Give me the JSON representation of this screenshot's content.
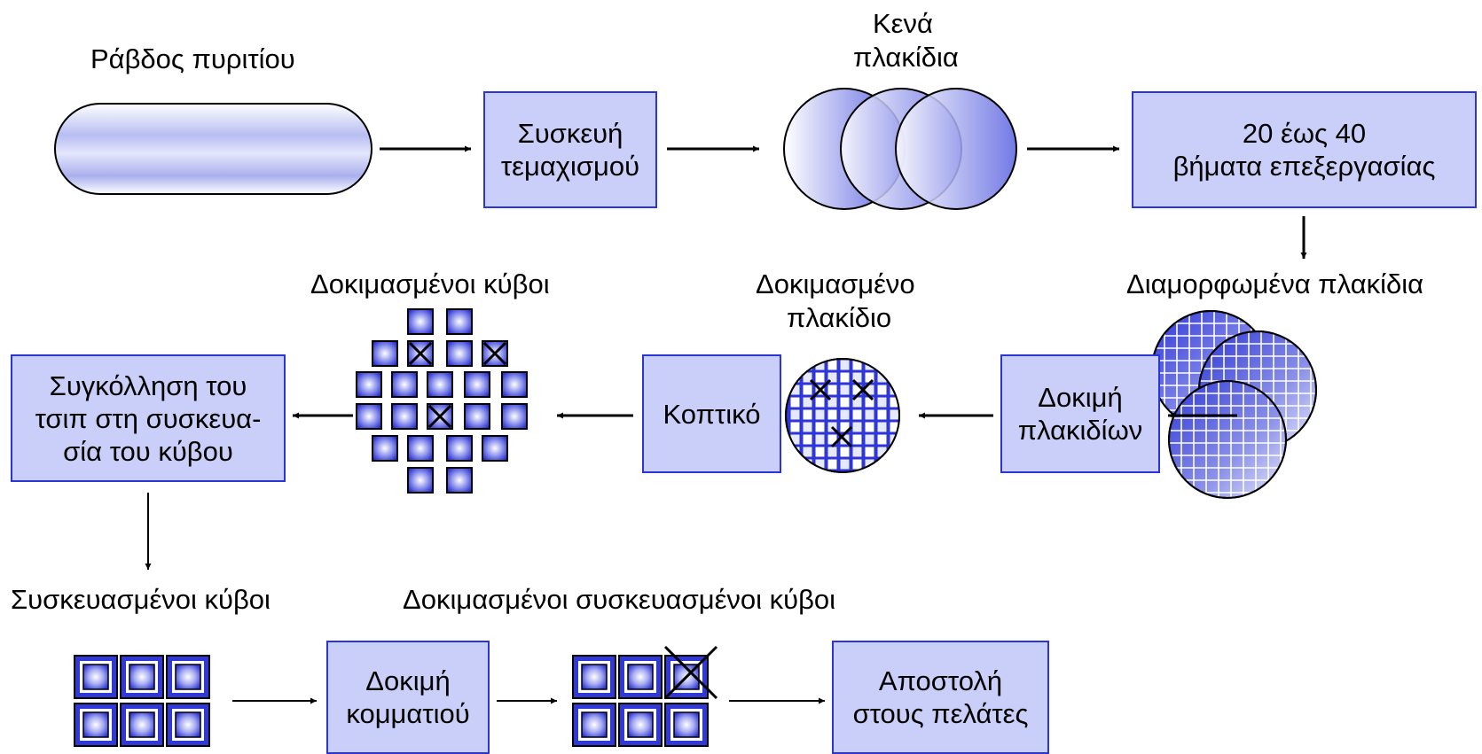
{
  "labels": {
    "silicon_ingot": "Ράβδος πυριτίου",
    "blank_wafers_1": "Κενά",
    "blank_wafers_2": "πλακίδια",
    "patterned_wafers": "Διαμορφωμένα πλακίδια",
    "tested_wafer_1": "Δοκιμασμένο",
    "tested_wafer_2": "πλακίδιο",
    "tested_dies": "Δοκιμασμένοι κύβοι",
    "packaged_dies": "Συσκευασμένοι κύβοι",
    "tested_packaged_dies": "Δοκιμασμένοι συσκευασμένοι κύβοι"
  },
  "boxes": {
    "slicer": [
      "Συσκευή",
      "τεμαχισμού"
    ],
    "processing": [
      "20 έως 40",
      "βήματα επεξεργασίας"
    ],
    "wafer_test": [
      "Δοκιμή",
      "πλακιδίων"
    ],
    "dicer": [
      "Κοπτικό"
    ],
    "bonding": [
      "Συγκόλληση του",
      "τσιπ στη συσκευα-",
      "σία του κύβου"
    ],
    "part_test": [
      "Δοκιμή",
      "κομματιού"
    ],
    "ship": [
      "Αποστολή",
      "στους πελάτες"
    ]
  },
  "colors": {
    "box_fill": "#c9cff8",
    "box_border": "#2a35d8",
    "die_blue": "#3038d8",
    "arrow": "#000000"
  }
}
